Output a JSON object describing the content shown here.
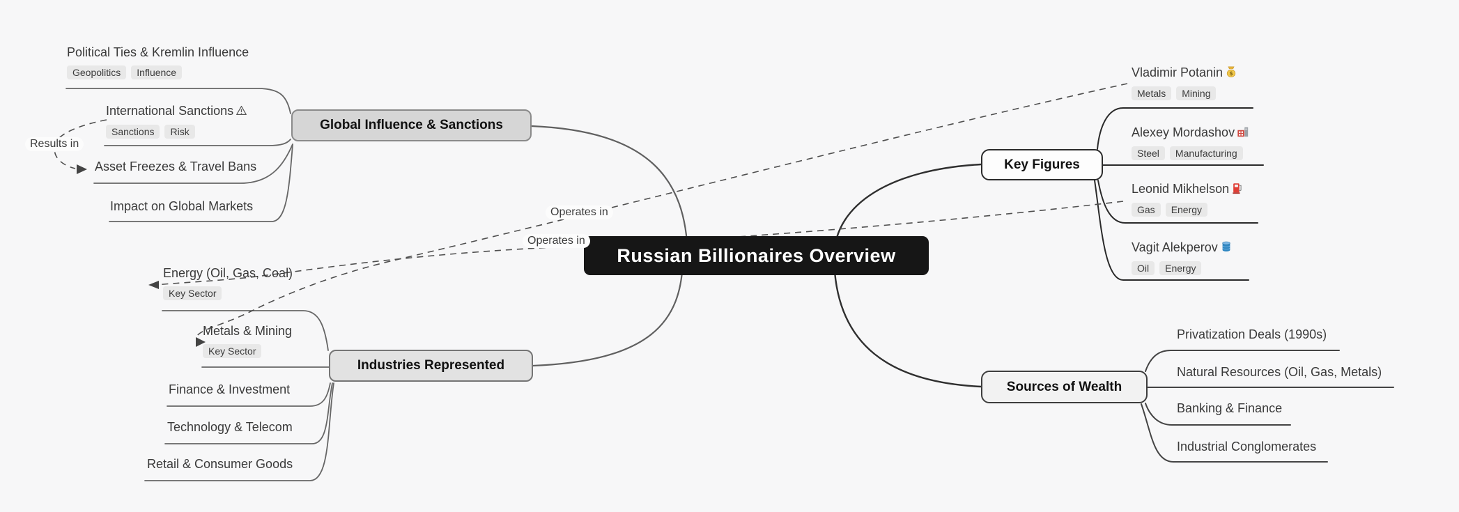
{
  "title": "Russian Billionaires Overview",
  "colors": {
    "background": "#f7f7f8",
    "center_node_bg": "#161616",
    "center_node_text": "#ffffff",
    "gray_node_bg": "#d6d6d6",
    "light_node_bg": "#f2f2f2",
    "tag_bg": "#e8e8e8",
    "line_left": "#666666",
    "line_right": "#2a2a2a",
    "dashed_edge": "#4f4f4f"
  },
  "branches": [
    {
      "label": "Global Influence & Sanctions",
      "children": [
        {
          "label": "Political Ties & Kremlin Influence",
          "tags": [
            "Geopolitics",
            "Influence"
          ]
        },
        {
          "label": "International Sanctions",
          "icon": "warning-icon",
          "tags": [
            "Sanctions",
            "Risk"
          ]
        },
        {
          "label": "Asset Freezes & Travel Bans",
          "tags": []
        },
        {
          "label": "Impact on Global Markets",
          "tags": []
        }
      ]
    },
    {
      "label": "Industries Represented",
      "children": [
        {
          "label": "Energy (Oil, Gas, Coal)",
          "tags": [
            "Key Sector"
          ]
        },
        {
          "label": "Metals & Mining",
          "tags": [
            "Key Sector"
          ]
        },
        {
          "label": "Finance & Investment",
          "tags": []
        },
        {
          "label": "Technology & Telecom",
          "tags": []
        },
        {
          "label": "Retail & Consumer Goods",
          "tags": []
        }
      ]
    },
    {
      "label": "Key Figures",
      "children": [
        {
          "label": "Vladimir Potanin",
          "icon": "money-bag-icon",
          "tags": [
            "Metals",
            "Mining"
          ]
        },
        {
          "label": "Alexey Mordashov",
          "icon": "factory-icon",
          "tags": [
            "Steel",
            "Manufacturing"
          ]
        },
        {
          "label": "Leonid Mikhelson",
          "icon": "fuel-pump-icon",
          "tags": [
            "Gas",
            "Energy"
          ]
        },
        {
          "label": "Vagit Alekperov",
          "icon": "oil-drum-icon",
          "tags": [
            "Oil",
            "Energy"
          ]
        }
      ]
    },
    {
      "label": "Sources of Wealth",
      "children": [
        {
          "label": "Privatization Deals (1990s)",
          "tags": []
        },
        {
          "label": "Natural Resources (Oil, Gas, Metals)",
          "tags": []
        },
        {
          "label": "Banking & Finance",
          "tags": []
        },
        {
          "label": "Industrial Conglomerates",
          "tags": []
        }
      ]
    }
  ],
  "relationships": [
    {
      "label": "Operates in",
      "from": "Vladimir Potanin",
      "to": "Metals & Mining"
    },
    {
      "label": "Operates in",
      "from": "Leonid Mikhelson",
      "to": "Energy (Oil, Gas, Coal)"
    },
    {
      "label": "Results in",
      "from": "International Sanctions",
      "to": "Asset Freezes & Travel Bans"
    }
  ]
}
